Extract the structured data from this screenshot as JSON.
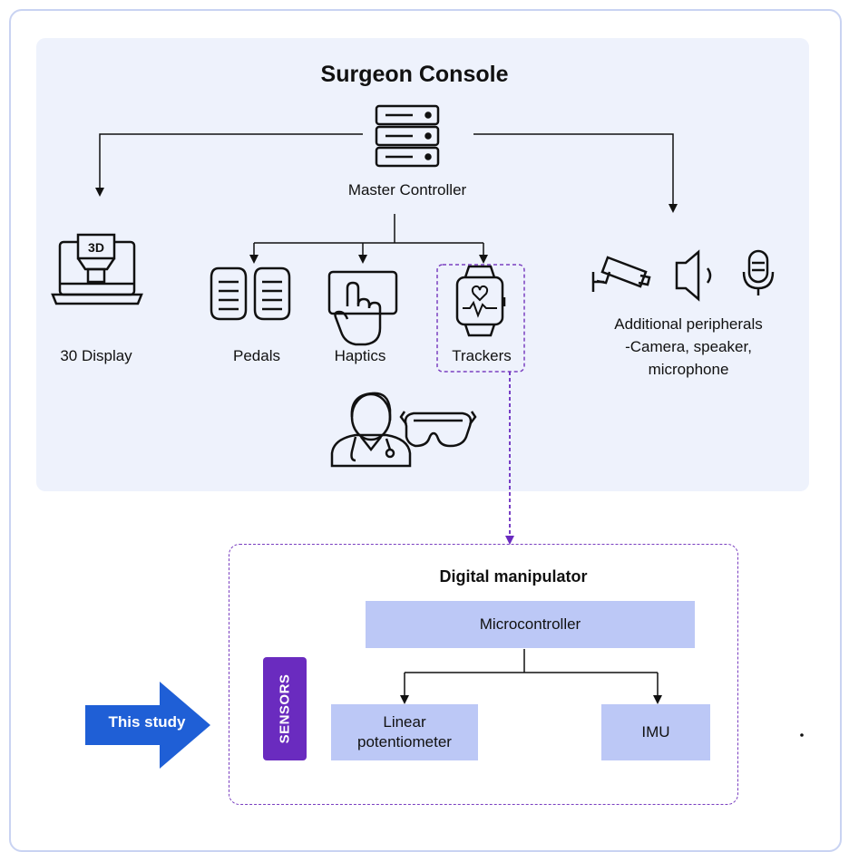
{
  "console": {
    "title": "Surgeon Console",
    "master_controller": "Master Controller",
    "display_label": "30 Display",
    "pedals_label": "Pedals",
    "haptics_label": "Haptics",
    "trackers_label": "Trackers",
    "peripherals_line1": "Additional peripherals",
    "peripherals_line2": "-Camera, speaker,",
    "peripherals_line3": "microphone",
    "display_icon_text": "3D"
  },
  "manipulator": {
    "title": "Digital manipulator",
    "microcontroller": "Microcontroller",
    "sensors_label": "SENSORS",
    "linear_line1": "Linear",
    "linear_line2": "potentiometer",
    "imu": "IMU"
  },
  "study_arrow_label": "This study",
  "colors": {
    "console_bg": "#eef2fc",
    "block_fill": "#bcc8f6",
    "sensors_fill": "#6a2bbf",
    "dashed_purple": "#7a3fc0",
    "study_arrow": "#1f5fd6",
    "outer_border": "#c9d3f2"
  }
}
